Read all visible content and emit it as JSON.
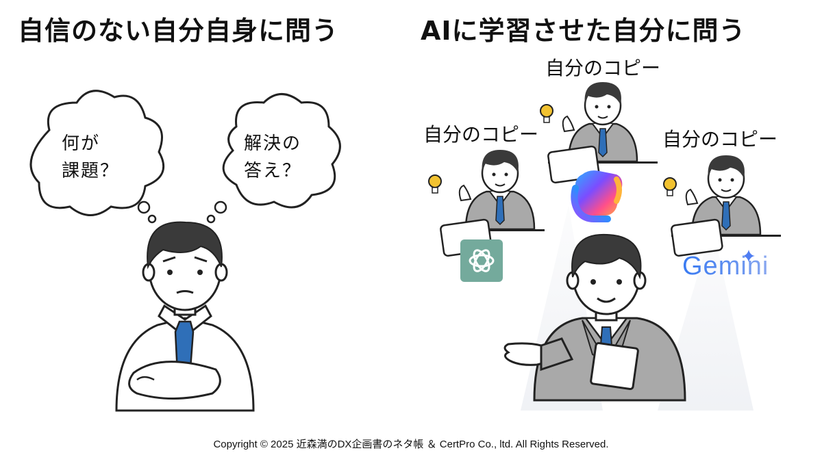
{
  "titles": {
    "left": "自信のない自分自身に問う",
    "right": "AIに学習させた自分に問う"
  },
  "bubbles": {
    "left": "何が\n課題？",
    "right": "解決の\n答え？"
  },
  "copies": {
    "left": "自分のコピー",
    "center": "自分のコピー",
    "right": "自分のコピー"
  },
  "logos": {
    "chatgpt": "chatgpt-logo-icon",
    "copilot": "copilot-logo-icon",
    "gemini": "Gemini"
  },
  "footer": {
    "copyright": "Copyright © 2025 近森満のDX企画書のネタ帳 ＆ CertPro Co., ltd. All Rights Reserved."
  },
  "colors": {
    "suit": "#a9a9a9",
    "tie": "#2f6fb8",
    "hair": "#3a3a3a",
    "chatgpt_bg": "#74aa9c",
    "bulb": "#f2c230"
  }
}
